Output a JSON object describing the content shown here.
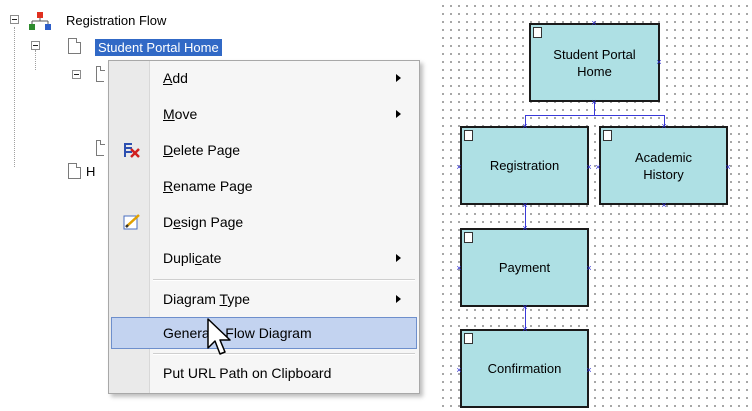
{
  "tree": {
    "root_label": "Registration Flow",
    "selected_label": "Student Portal Home",
    "partial_label": "H"
  },
  "menu": {
    "items": [
      {
        "pre": "",
        "key": "A",
        "post": "dd",
        "submenu": true
      },
      {
        "pre": "",
        "key": "M",
        "post": "ove",
        "submenu": true
      },
      {
        "pre": "",
        "key": "D",
        "post": "elete Page",
        "submenu": false
      },
      {
        "pre": "",
        "key": "R",
        "post": "ename Page",
        "submenu": false
      },
      {
        "pre": "D",
        "key": "e",
        "post": "sign Page",
        "submenu": false
      },
      {
        "pre": "Dupli",
        "key": "c",
        "post": "ate",
        "submenu": true
      },
      {
        "pre": "Diagram ",
        "key": "T",
        "post": "ype",
        "submenu": true
      },
      {
        "pre": "Generate Flow Diagram",
        "key": "",
        "post": "",
        "submenu": false
      },
      {
        "pre": "Put URL Path on Clipboard",
        "key": "",
        "post": "",
        "submenu": false
      }
    ]
  },
  "diagram": {
    "nodes": [
      {
        "line1": "Student Portal",
        "line2": "Home"
      },
      {
        "line1": "Registration",
        "line2": ""
      },
      {
        "line1": "Academic",
        "line2": "History"
      },
      {
        "line1": "Payment",
        "line2": ""
      },
      {
        "line1": "Confirmation",
        "line2": ""
      }
    ]
  },
  "colors": {
    "node_fill": "#aee0e4",
    "selection": "#3169c6",
    "menu_highlight": "#c3d3f0",
    "connector": "#3a3ad8"
  },
  "icons": [
    "expand-collapse-icon",
    "sitemap-icon",
    "page-icon",
    "delete-page-icon",
    "design-page-icon",
    "submenu-arrow-icon",
    "mouse-cursor-icon"
  ]
}
